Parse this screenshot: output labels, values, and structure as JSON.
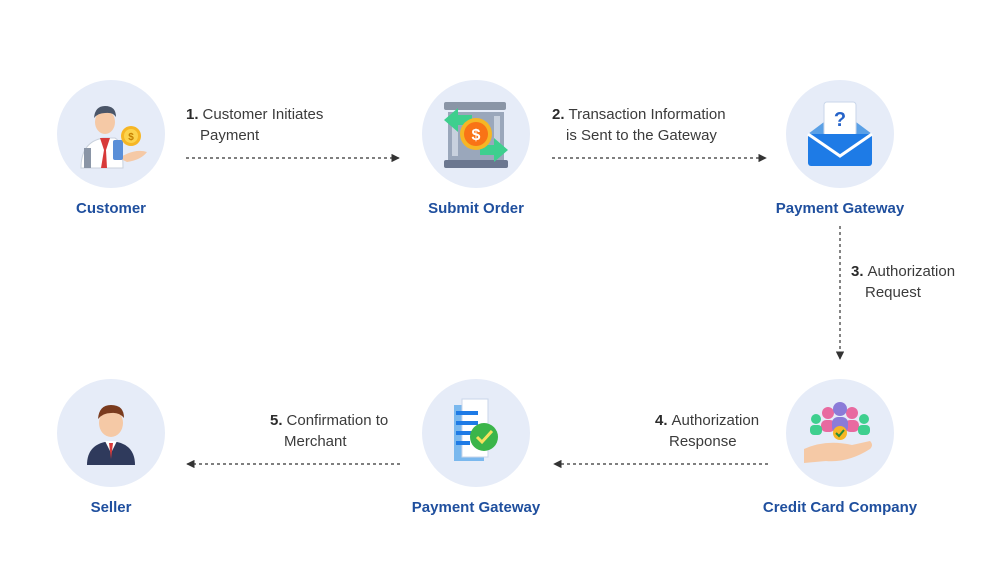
{
  "nodes": {
    "customer": {
      "label": "Customer"
    },
    "submit_order": {
      "label": "Submit Order"
    },
    "payment_gateway_top": {
      "label": "Payment Gateway"
    },
    "credit_card_company": {
      "label": "Credit Card Company"
    },
    "payment_gateway_bottom": {
      "label": "Payment Gateway"
    },
    "seller": {
      "label": "Seller"
    }
  },
  "steps": [
    {
      "num": "1.",
      "line1": "Customer Initiates",
      "line2": "Payment"
    },
    {
      "num": "2.",
      "line1": "Transaction Information",
      "line2": "is Sent to the Gateway"
    },
    {
      "num": "3.",
      "line1": "Authorization",
      "line2": "Request"
    },
    {
      "num": "4.",
      "line1": "Authorization",
      "line2": "Response"
    },
    {
      "num": "5.",
      "line1": "Confirmation to",
      "line2": "Merchant"
    }
  ],
  "colors": {
    "circle_bg": "#e6ecf8",
    "label": "#1f4f9e",
    "arrow": "#333333"
  },
  "icons": {
    "customer": "businessman-coin-icon",
    "submit_order": "bank-dollar-exchange-icon",
    "payment_gateway_top": "envelope-question-icon",
    "credit_card_company": "hand-people-icon",
    "payment_gateway_bottom": "document-check-icon",
    "seller": "businessman-icon"
  }
}
